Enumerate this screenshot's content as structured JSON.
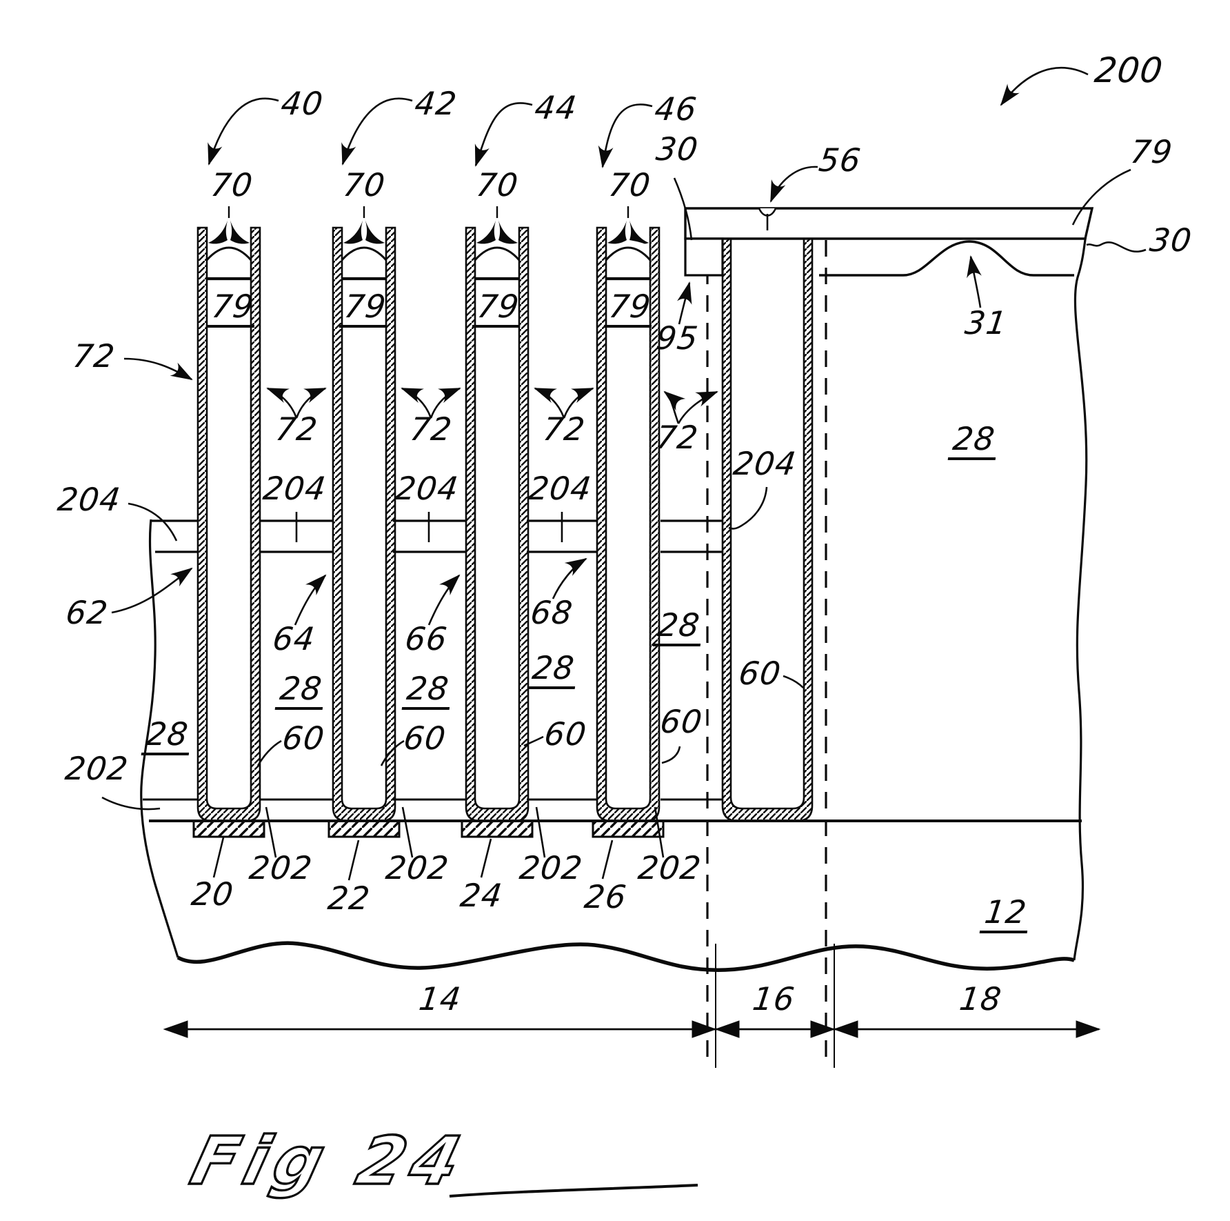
{
  "figure": {
    "type": "patent-cross-section-drawing",
    "ink_color": "#0a0a0a",
    "background_color": "#ffffff",
    "signature": {
      "text": "Fig 24"
    }
  },
  "labels": {
    "n12": "12",
    "n14": "14",
    "n16": "16",
    "n18": "18",
    "n20": "20",
    "n22": "22",
    "n24": "24",
    "n26": "26",
    "n28": "28",
    "n30": "30",
    "n31": "31",
    "n40": "40",
    "n42": "42",
    "n44": "44",
    "n46": "46",
    "n56": "56",
    "n60": "60",
    "n62": "62",
    "n64": "64",
    "n66": "66",
    "n68": "68",
    "n70": "70",
    "n72": "72",
    "n79": "79",
    "n95": "95",
    "n200": "200",
    "n202": "202",
    "n204": "204"
  }
}
